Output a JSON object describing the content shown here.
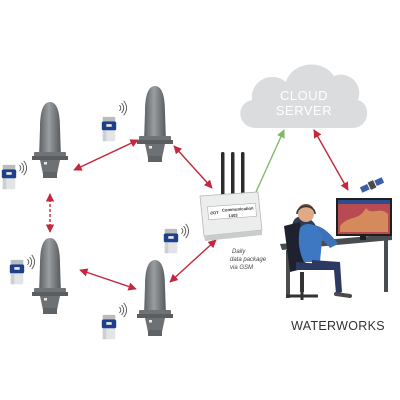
{
  "cloud": {
    "label_line1": "CLOUD",
    "label_line2": "SERVER"
  },
  "gateway": {
    "brand": "ƧOT",
    "plate_text": "Communication",
    "plate_number": "1403",
    "note_line1": "Daily",
    "note_line2": "data package",
    "note_line3": "via GSM"
  },
  "waterworks": {
    "label": "WATERWORKS"
  },
  "colors": {
    "hydrant": "#7b7f82",
    "cloud": "#dadcde",
    "link_red": "#c3283c",
    "link_green": "#7dbb6b",
    "logger": "#1e3f8a"
  }
}
